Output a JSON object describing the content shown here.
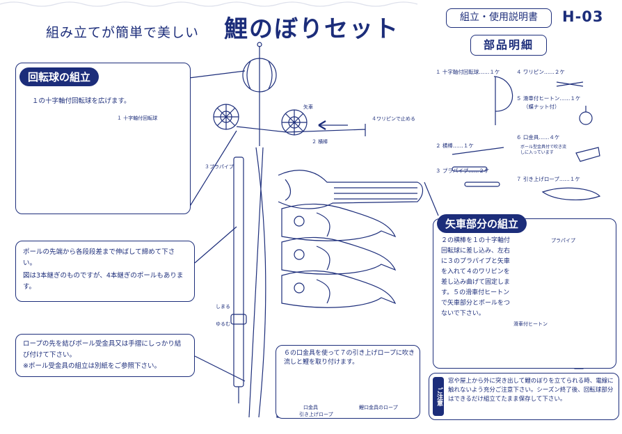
{
  "header": {
    "subtitle": "組み立てが簡単で美しい",
    "title": "鯉のぼりセット",
    "manual_label": "組立・使用説明書",
    "code": "H-03",
    "parts_title": "部品明細"
  },
  "ball_assembly": {
    "heading": "回転球の組立",
    "step": "１の十字軸付回転球を広げます。",
    "callout": "１ 十字軸付回転球"
  },
  "center_labels": {
    "arrow_wheel": "矢車",
    "wires": "４ワリピンで止める",
    "sideboard": "２ 横棒",
    "pipe": "３プラパイプ",
    "shimeru": "しまる",
    "yurumu": "ゆるむ"
  },
  "pole_note": {
    "line1": "ポールの先端から各段段差まで伸ばして締めて下さい。",
    "line2": "図は3本継ぎのものですが、4本継ぎのポールもあります。"
  },
  "rope_note": {
    "line1": "ロープの先を結びポール受金具又は手摺にしっかり結び付けて下さい。",
    "line2": "※ポール受金具の組立は別紙をご参照下さい。"
  },
  "parts": {
    "items": [
      {
        "label": "１ 十字軸付回転球……１ケ"
      },
      {
        "label": "４ ワリピン……２ケ"
      },
      {
        "label": "５ 滑車付ヒートン……１ケ"
      },
      {
        "label": "（蝶ナット付）"
      },
      {
        "label": "２ 横棒……１ケ"
      },
      {
        "label": "６ 口金具……４ケ"
      },
      {
        "label": "３ プラパイプ……２ケ"
      },
      {
        "label": "７ 引き上げロープ……１ケ"
      }
    ],
    "kanagu_note": "ボール型金具付で吹き流しに入っています"
  },
  "arrow_assembly": {
    "heading": "矢車部分の組立",
    "body": "２の横棒を１の十字軸付回転球に差し込み、左右に３のプラパイプと矢車を入れて４のワリピンを差し込み曲げて固定します。５の滑車付ヒートンで矢車部分とポールをつないで下さい。",
    "pipe_label": "プラパイプ",
    "pulley_label": "滑車付ヒートン"
  },
  "clip_box": {
    "text": "６の口金具を使って７の引き上げロープに吹き流しと鯉を取り付けます。",
    "label_a": "口金具",
    "label_b": "引き上げロープ",
    "label_c": "鯉口金具のロープ"
  },
  "caution": {
    "tag": "ご注意",
    "text": "窓や屋上から外に突き出して鯉のぼりを立てられる時、電線に触れないよう充分ご注意下さい。シーズン終了後、回転球部分はできるだけ組立てたまま保存して下さい。"
  }
}
